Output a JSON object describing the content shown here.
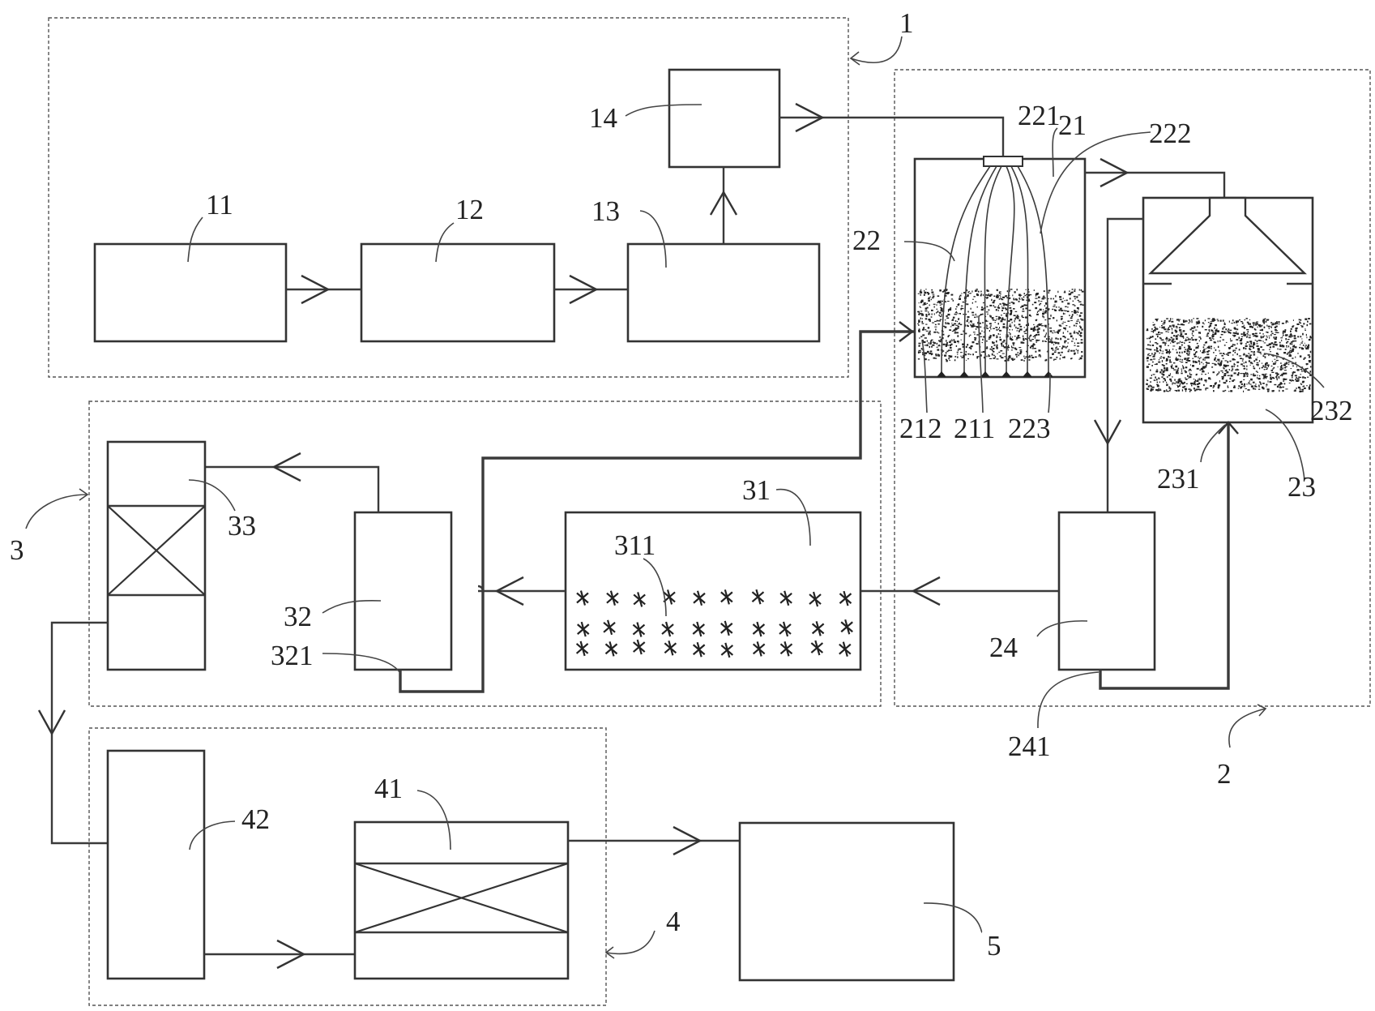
{
  "labels": {
    "g1": "1",
    "g2": "2",
    "g3": "3",
    "g4": "4",
    "n11": "11",
    "n12": "12",
    "n13": "13",
    "n14": "14",
    "n21": "21",
    "n22": "22",
    "n23": "23",
    "n24": "24",
    "n211": "211",
    "n212": "212",
    "n221": "221",
    "n222": "222",
    "n223": "223",
    "n231": "231",
    "n232": "232",
    "n241": "241",
    "n31": "31",
    "n311": "311",
    "n32": "32",
    "n321": "321",
    "n33": "33",
    "n41": "41",
    "n42": "42",
    "n5": "5"
  },
  "colors": {
    "line": "#333333",
    "frame": "#555555",
    "media": "#222222"
  }
}
